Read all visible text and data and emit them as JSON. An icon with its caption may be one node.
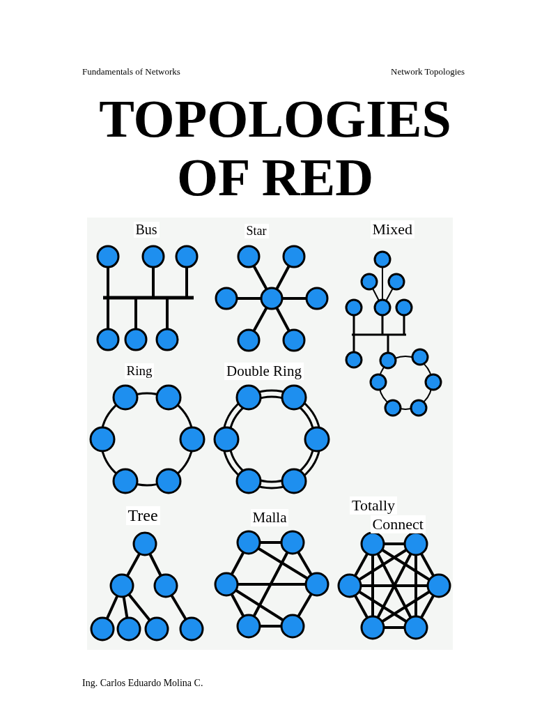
{
  "diagram": {
    "title": "TOPOLOGIES OF RED",
    "labels": [
      "Fundamentals of Networks",
      "Network Topologies",
      "Bus",
      "Star",
      "Mixed",
      "Ring",
      "Double Ring",
      "Tree",
      "Malla",
      "Totally",
      "Connect",
      "Ing. Carlos Eduardo Molina C."
    ]
  }
}
